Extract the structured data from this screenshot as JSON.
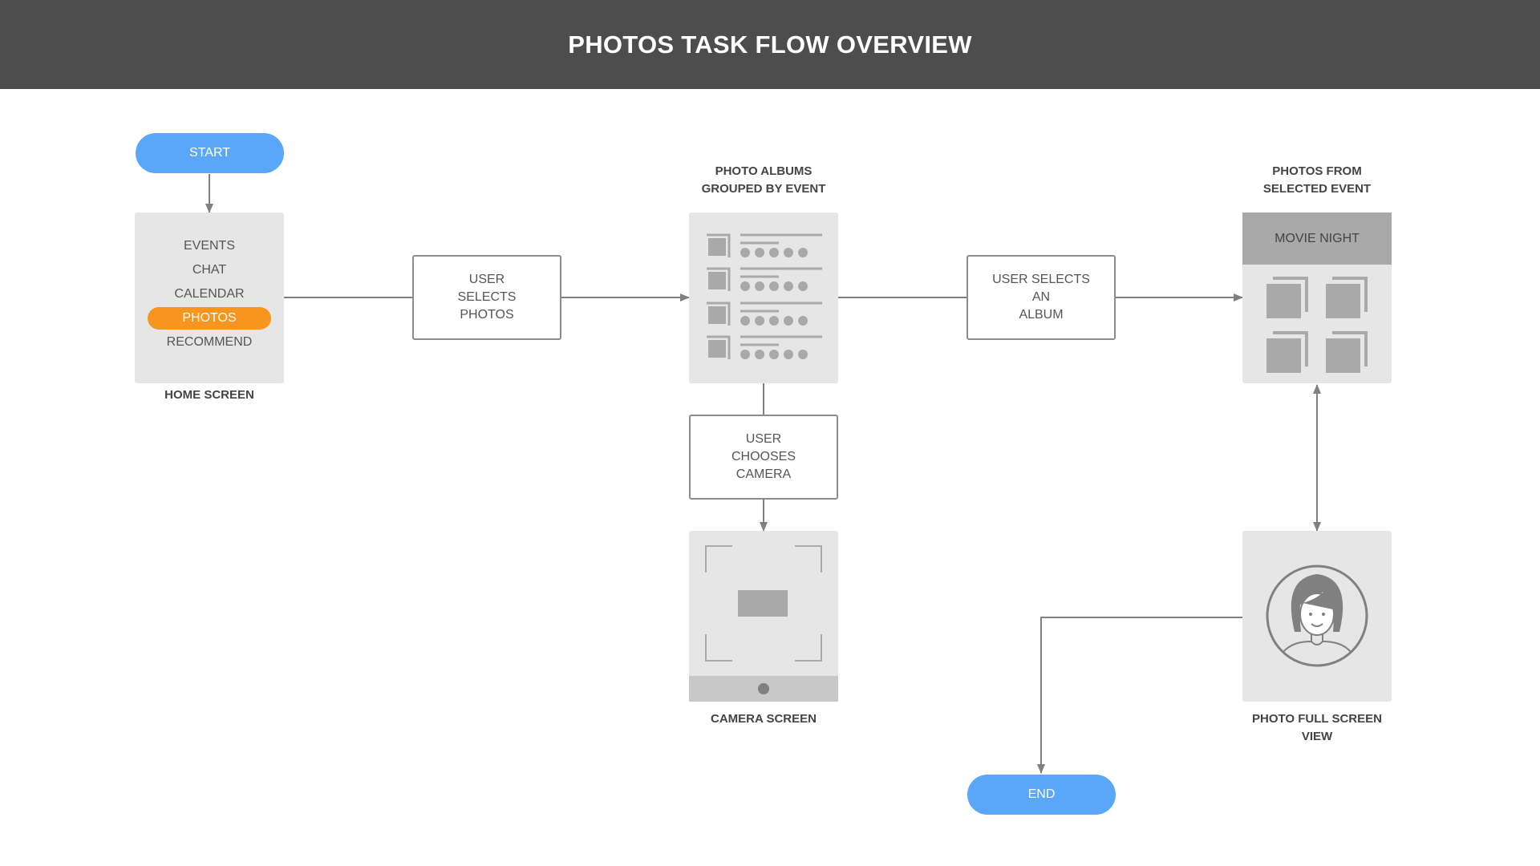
{
  "title": "PHOTOS TASK FLOW OVERVIEW",
  "terminals": {
    "start": "START",
    "end": "END"
  },
  "home_screen": {
    "caption": "HOME SCREEN",
    "menu": [
      "EVENTS",
      "CHAT",
      "CALENDAR",
      "PHOTOS",
      "RECOMMEND"
    ],
    "active_item": "PHOTOS"
  },
  "actions": {
    "selects_photos": "USER\nSELECTS\nPHOTOS",
    "selects_album": "USER SELECTS\nAN\nALBUM",
    "chooses_camera": "USER\nCHOOSES\nCAMERA"
  },
  "albums_screen": {
    "caption": "PHOTO ALBUMS\nGROUPED BY EVENT"
  },
  "event_photos_screen": {
    "caption": "PHOTOS FROM\nSELECTED EVENT",
    "event_name": "MOVIE NIGHT"
  },
  "camera_screen": {
    "caption": "CAMERA SCREEN"
  },
  "fullscreen_screen": {
    "caption": "PHOTO FULL SCREEN\nVIEW"
  },
  "colors": {
    "header_bg": "#4d4d4d",
    "terminal_blue": "#5aa7f8",
    "active_orange": "#f7951e",
    "screen_gray": "#e6e6e6",
    "icon_gray": "#a9a9a9",
    "line_gray": "#808080"
  }
}
